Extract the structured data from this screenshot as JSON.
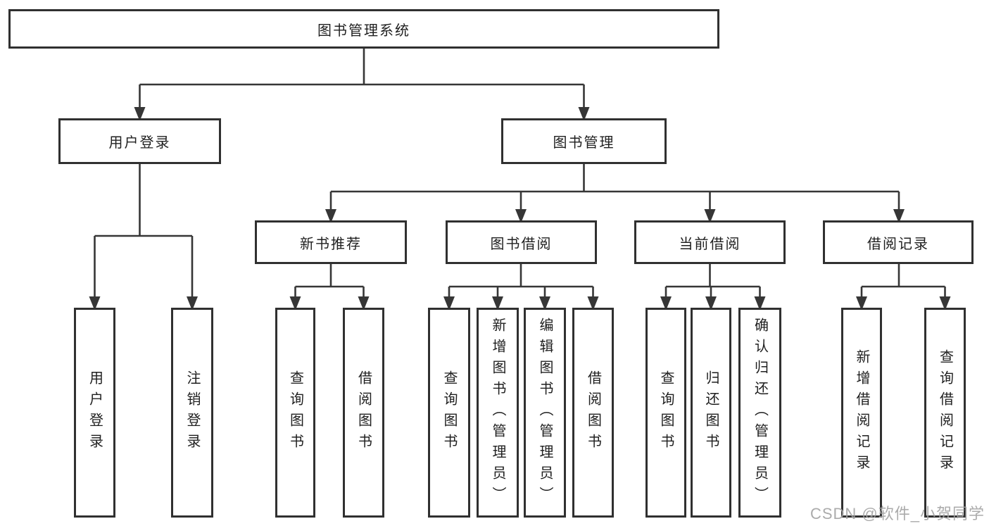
{
  "tree": {
    "root": "图书管理系统",
    "user": {
      "label": "用户登录",
      "children": [
        "用户登录",
        "注销登录"
      ]
    },
    "mgmt": {
      "label": "图书管理",
      "groups": [
        {
          "label": "新书推荐",
          "children": [
            "查询图书",
            "借阅图书"
          ]
        },
        {
          "label": "图书借阅",
          "children": [
            "查询图书",
            "新增图书（管理员）",
            "编辑图书（管理员）",
            "借阅图书"
          ]
        },
        {
          "label": "当前借阅",
          "children": [
            "查询图书",
            "归还图书",
            "确认归还（管理员）"
          ]
        },
        {
          "label": "借阅记录",
          "children": [
            "新增借阅记录",
            "查询借阅记录"
          ]
        }
      ]
    }
  },
  "watermark": "CSDN @软件_小贺同学",
  "colors": {
    "line": "#363636",
    "border": "#303030",
    "text": "#1f1f1f",
    "watermark": "#a3a3a3",
    "background": "#ffffff"
  }
}
